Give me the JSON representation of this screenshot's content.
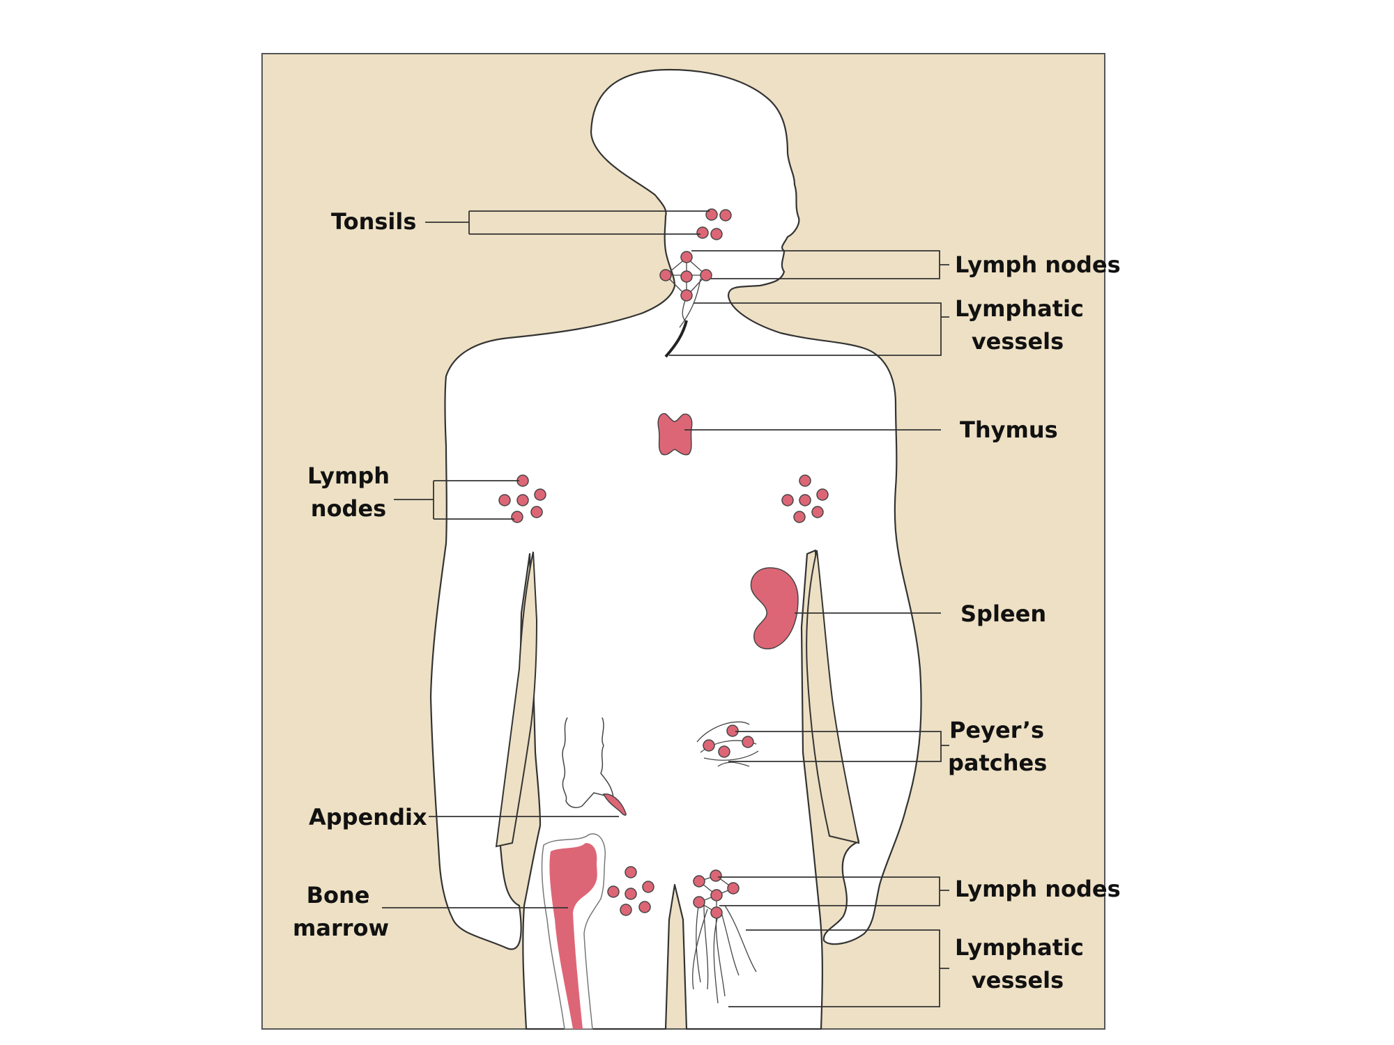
{
  "labels": {
    "tonsils": "Tonsils",
    "lymph_nodes_neck": "Lymph nodes",
    "lymphatic_vessels_neck": [
      "Lymphatic",
      "vessels"
    ],
    "thymus": "Thymus",
    "lymph_nodes_armpit": [
      "Lymph",
      "nodes"
    ],
    "spleen": "Spleen",
    "peyers_patches": [
      "Peyer’s",
      "patches"
    ],
    "appendix": "Appendix",
    "bone_marrow": [
      "Bone",
      "marrow"
    ],
    "lymph_nodes_groin": "Lymph nodes",
    "lymphatic_vessels_groin": [
      "Lymphatic",
      "vessels"
    ]
  },
  "colors": {
    "background_panel": "#ede0c4",
    "body_fill": "#ffffff",
    "organ_fill": "#dd6676",
    "outline": "#333333",
    "text": "#111111"
  }
}
